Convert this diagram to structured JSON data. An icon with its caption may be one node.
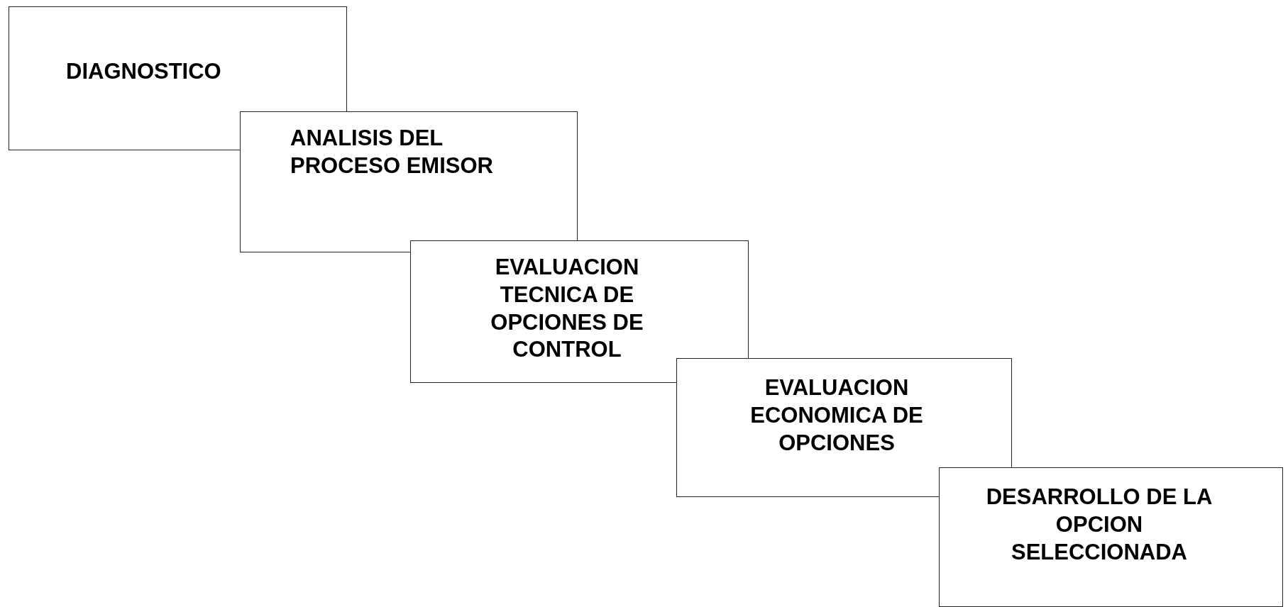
{
  "diagram": {
    "nodes": [
      {
        "text": [
          "DIAGNOSTICO"
        ]
      },
      {
        "text": [
          "ANALISIS DEL PROCESO EMISOR"
        ]
      },
      {
        "text": [
          "EVALUACION TECNICA DE OPCIONES DE CONTROL"
        ]
      },
      {
        "text": [
          "EVALUACION ECONOMICA DE OPCIONES"
        ]
      },
      {
        "text": [
          "DESARROLLO DE LA OPCION SELECCIONADA"
        ]
      }
    ]
  }
}
